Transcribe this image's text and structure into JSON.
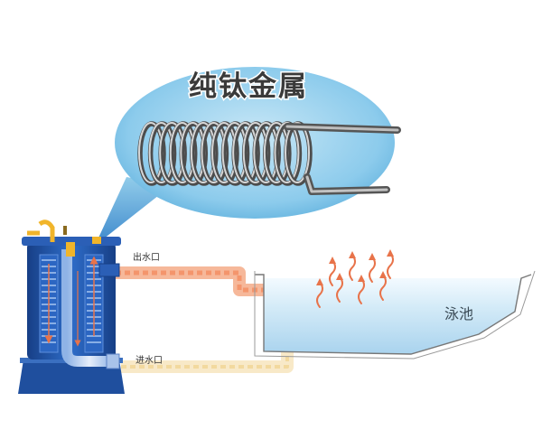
{
  "title": "纯钛金属",
  "labels": {
    "outlet": "出水口",
    "inlet": "进水口",
    "pool": "泳池"
  },
  "colors": {
    "bubble": "#7ec3e6",
    "hot_pipe": "#f4956c",
    "cold_pipe": "#f6e3b6",
    "heat_arrow": "#e8734a",
    "pool_water": "#cde8f6",
    "exchanger_body": "#1d4fa2"
  },
  "icons": {
    "coil": "titanium-coil-icon",
    "exchanger": "heat-exchanger-icon",
    "steam": "heat-arrow-icon"
  }
}
